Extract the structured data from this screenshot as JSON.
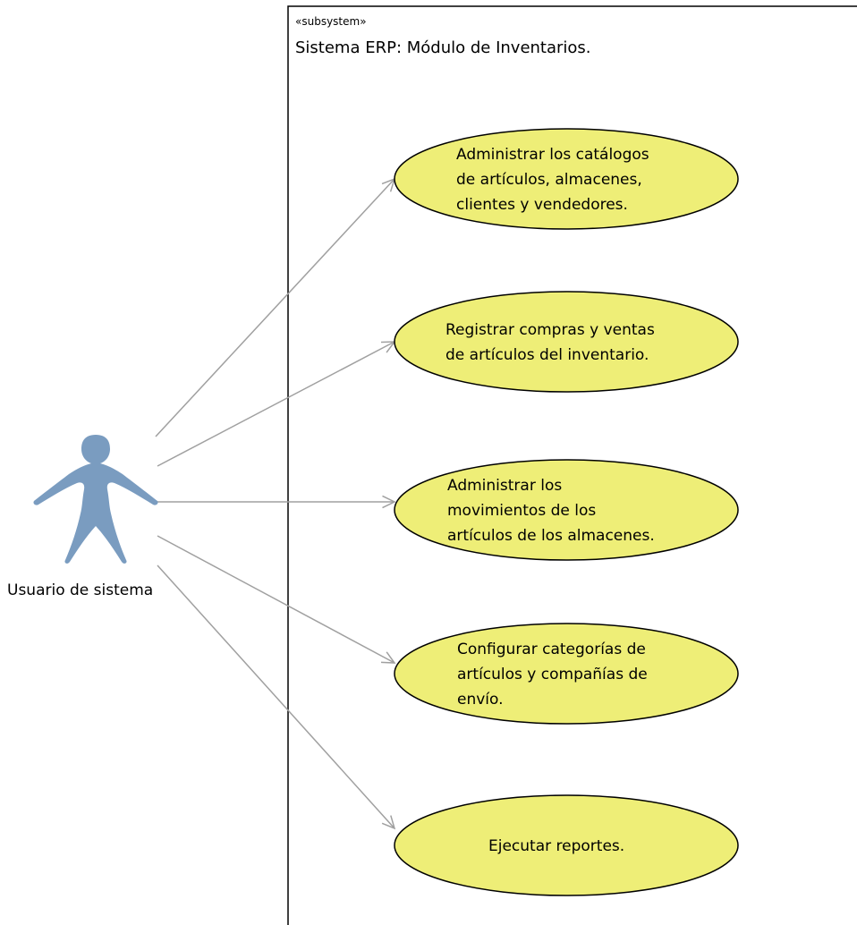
{
  "subsystem": {
    "stereotype": "«subsystem»",
    "title": "Sistema ERP: Módulo de Inventarios."
  },
  "actor": {
    "name": "Usuario de sistema",
    "icon": "stick-figure-actor-icon",
    "color": "#7a9cc0"
  },
  "use_cases": [
    {
      "lines": [
        "Administrar los catálogos",
        "de artículos, almacenes,",
        "clientes y vendedores."
      ]
    },
    {
      "lines": [
        "Registrar compras y ventas",
        "de artículos del inventario."
      ]
    },
    {
      "lines": [
        "Administrar los",
        "movimientos de los",
        "artículos de los almacenes."
      ]
    },
    {
      "lines": [
        "Configurar categorías de",
        "artículos y compañías de",
        "envío."
      ]
    },
    {
      "lines": [
        "Ejecutar reportes."
      ]
    }
  ],
  "colors": {
    "use_case_fill": "#eeee77",
    "use_case_stroke": "#000000",
    "association_line": "#a0a0a0",
    "boundary_stroke": "#000000"
  }
}
